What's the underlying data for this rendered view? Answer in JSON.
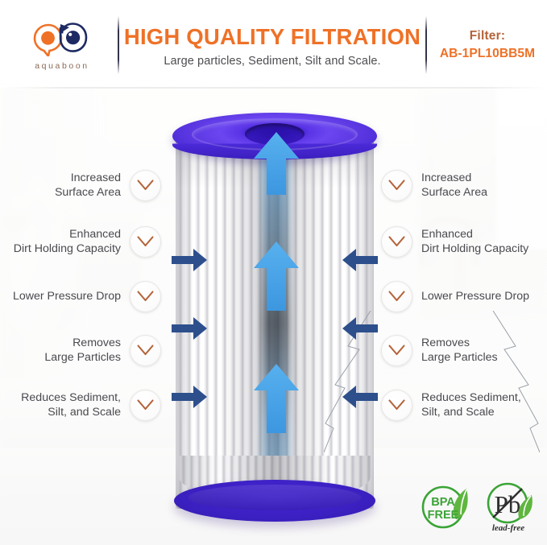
{
  "brand": {
    "name": "aquaboon",
    "logo_icon": "aquaboon-logo-icon",
    "mark_colors": {
      "a": "#ef7127",
      "b": "#1d2a63"
    },
    "wordmark_color": "#8a6a55"
  },
  "header": {
    "title": "HIGH QUALITY FILTRATION",
    "subtitle": "Large particles, Sediment, Silt and Scale.",
    "title_color": "#ef7127",
    "subtitle_color": "#4d4d52",
    "filter_label": "Filter:",
    "filter_code": "AB-1PL10BB5M",
    "filter_label_color": "#b4643a",
    "filter_code_color": "#ef7127"
  },
  "features_left": [
    {
      "text": "Increased\nSurface Area",
      "icon": "check-icon"
    },
    {
      "text": "Enhanced\nDirt Holding Capacity",
      "icon": "check-icon"
    },
    {
      "text": "Lower Pressure Drop",
      "icon": "check-icon"
    },
    {
      "text": "Removes\nLarge Particles",
      "icon": "check-icon"
    },
    {
      "text": "Reduces Sediment,\nSilt, and Scale",
      "icon": "check-icon"
    }
  ],
  "features_right": [
    {
      "text": "Increased\nSurface Area",
      "icon": "check-icon"
    },
    {
      "text": "Enhanced\nDirt Holding Capacity",
      "icon": "check-icon"
    },
    {
      "text": "Lower Pressure Drop",
      "icon": "check-icon"
    },
    {
      "text": "Removes\nLarge Particles",
      "icon": "check-icon"
    },
    {
      "text": "Reduces Sediment,\nSilt, and Scale",
      "icon": "check-icon"
    }
  ],
  "product": {
    "name": "pleated-sediment-filter-cartridge",
    "cap_color": "#5a34e6",
    "base_color": "#3a1fbe",
    "media_color": "#ffffff",
    "inflow_arrow_color": "#2d4f8c",
    "outflow_arrow_color": "#4aa3e8",
    "inflow_arrow_icon": "arrow-right-icon",
    "inflow_arrow_icon_right": "arrow-left-icon",
    "outflow_arrow_icon": "arrow-up-icon"
  },
  "badges": [
    {
      "id": "bpa-free-badge",
      "line1": "BPA",
      "line2": "FREE",
      "caption": "",
      "color": "#3aa436",
      "icon": "leaf-icon"
    },
    {
      "id": "lead-free-badge",
      "symbol": "Pb",
      "caption": "lead-free",
      "color": "#3aa436",
      "icon": "no-lead-icon"
    }
  ],
  "check_icon_color": "#b4643a"
}
